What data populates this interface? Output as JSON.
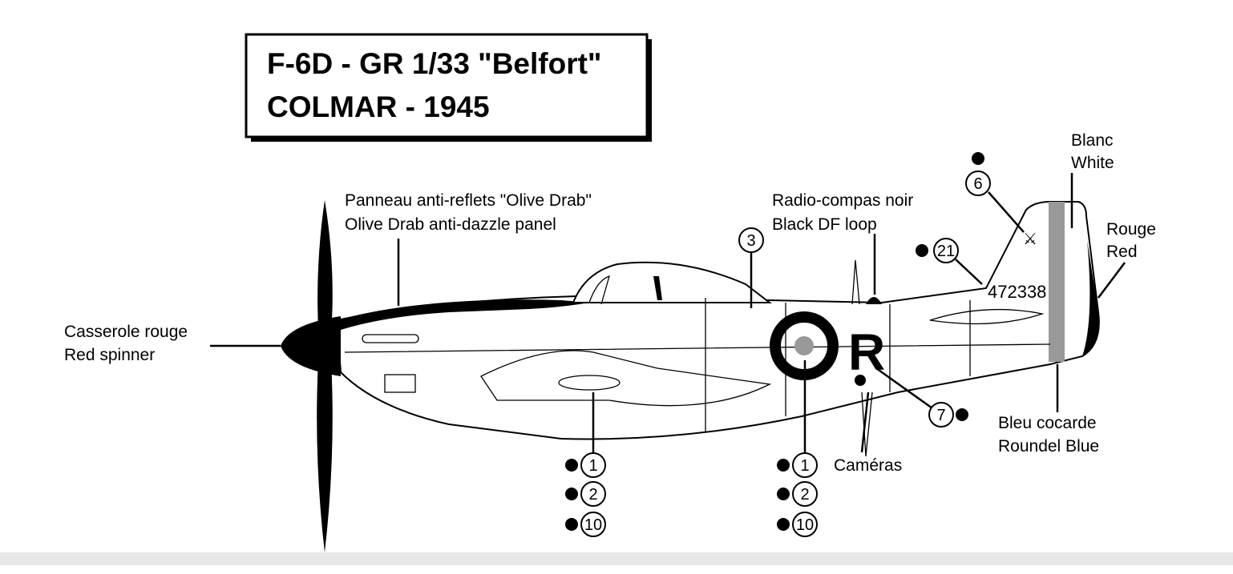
{
  "title": {
    "line1": "F-6D - GR 1/33 \"Belfort\"",
    "line2": "COLMAR - 1945"
  },
  "labels": {
    "spinner_fr": "Casserole rouge",
    "spinner_en": "Red spinner",
    "panel_fr": "Panneau anti-reflets \"Olive Drab\"",
    "panel_en": "Olive Drab anti-dazzle panel",
    "radio_fr": "Radio-compas noir",
    "radio_en": "Black DF loop",
    "white_fr": "Blanc",
    "white_en": "White",
    "red_fr": "Rouge",
    "red_en": "Red",
    "blue_fr": "Bleu cocarde",
    "blue_en": "Roundel Blue",
    "cameras": "Caméras"
  },
  "aircraft_markings": {
    "code_letter": "R",
    "serial": "472338"
  },
  "callouts": {
    "c3": "3",
    "c6": "6",
    "c21": "21",
    "c7": "7",
    "wing": [
      "1",
      "2",
      "10"
    ],
    "fuselage": [
      "1",
      "2",
      "10"
    ]
  }
}
